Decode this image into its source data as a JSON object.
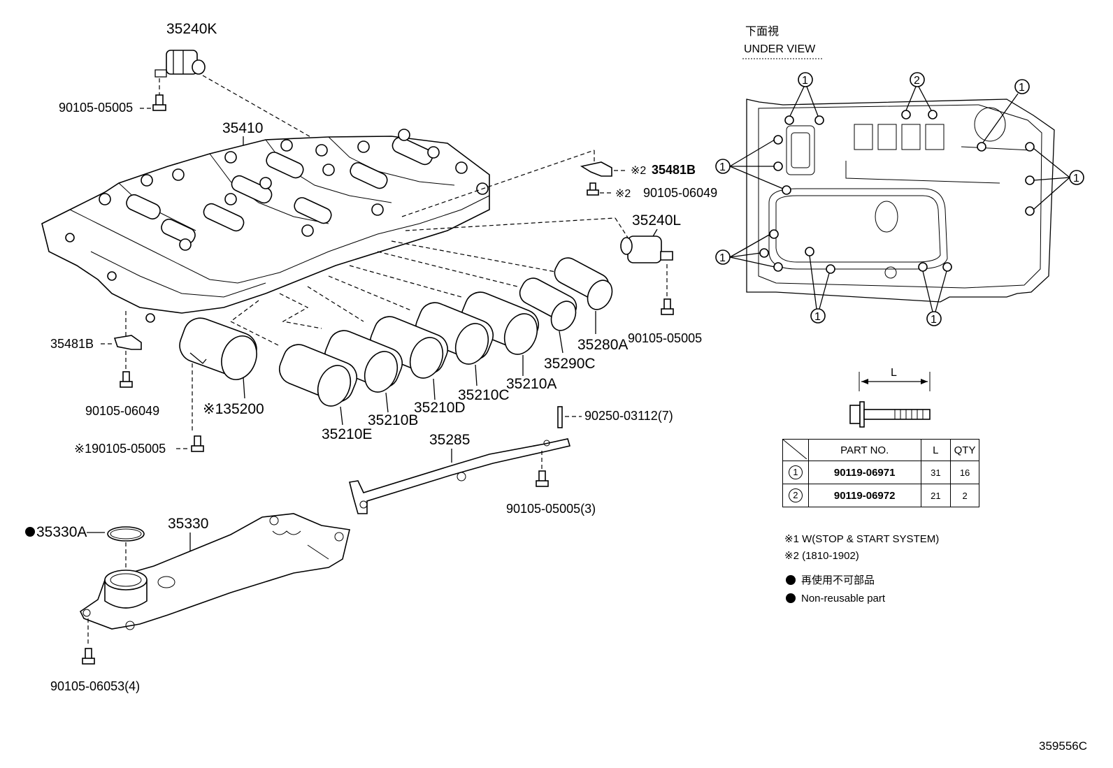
{
  "labels": {
    "p35240K": "35240K",
    "p90105_05005_a": "90105-05005",
    "p35410": "35410",
    "p35481B_top": "35481B",
    "p90105_06049_top": "90105-06049",
    "note2_a": "※2",
    "note2_b": "※2",
    "p35240L": "35240L",
    "p90105_05005_b": "90105-05005",
    "p35280A": "35280A",
    "p35290C": "35290C",
    "p35210A": "35210A",
    "p35210C": "35210C",
    "p35210D": "35210D",
    "p35210B": "35210B",
    "p35210E": "35210E",
    "p35200": "※135200",
    "p35481B_left": "35481B",
    "p90105_06049_left": "90105-06049",
    "p90105_05005_c": "※190105-05005",
    "p90250": "90250-03112(7)",
    "p35285": "35285",
    "p90105_05005_3": "90105-05005(3)",
    "p35330A": "35330A",
    "p35330": "35330",
    "p90105_06053": "90105-06053(4)",
    "diagram_code": "359556C"
  },
  "under_view": {
    "title_jp": "下面視",
    "title_en": "UNDER VIEW",
    "callout_1": "1",
    "callout_2": "2"
  },
  "dimension_label": "L",
  "table": {
    "headers": [
      "PART NO.",
      "L",
      "QTY"
    ],
    "rows": [
      {
        "ref": "1",
        "part": "90119-06971",
        "l": "31",
        "qty": "16"
      },
      {
        "ref": "2",
        "part": "90119-06972",
        "l": "21",
        "qty": "2"
      }
    ]
  },
  "notes": {
    "n1": "※1 W(STOP & START SYSTEM)",
    "n2": "※2 (1810-1902)",
    "legend_jp": "再使用不可部品",
    "legend_en": "Non-reusable part"
  }
}
